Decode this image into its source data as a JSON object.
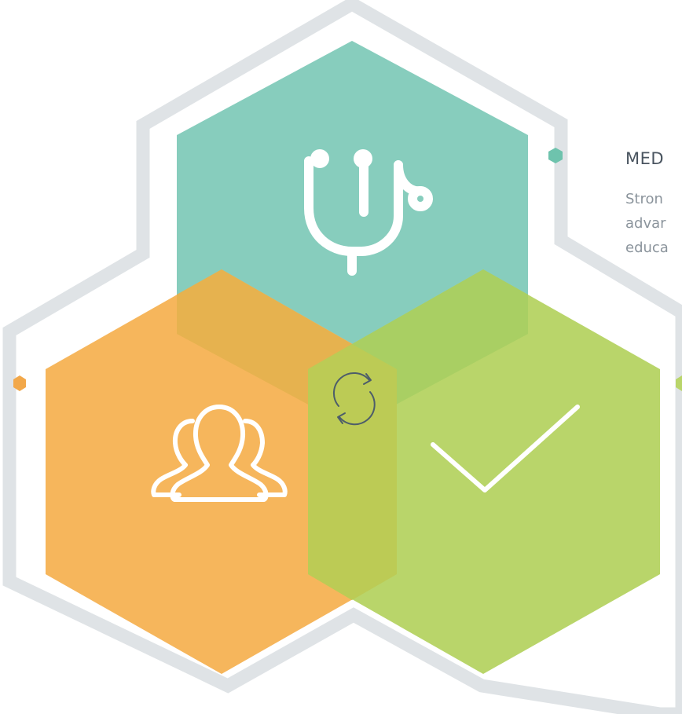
{
  "colors": {
    "outline": "#dfe3e6",
    "medical": "#87cdbd",
    "people": "#f6b65c",
    "check": "#b9d56a",
    "overlap_top_left": "#e6b24f",
    "overlap_top_right": "#a9cf63",
    "overlap_bottom": "#bccb55",
    "icon": "#ffffff",
    "sync_icon": "#4d5d6a",
    "dot_medical": "#6ec3ad",
    "dot_people": "#f2a84a",
    "dot_check": "#b9d56a"
  },
  "icons": {
    "medical": "stethoscope-icon",
    "people": "group-users-icon",
    "check": "checkmark-icon",
    "center": "sync-refresh-icon"
  },
  "side": {
    "title": "MED",
    "lines": [
      "Stron",
      "advar",
      "educa"
    ]
  }
}
